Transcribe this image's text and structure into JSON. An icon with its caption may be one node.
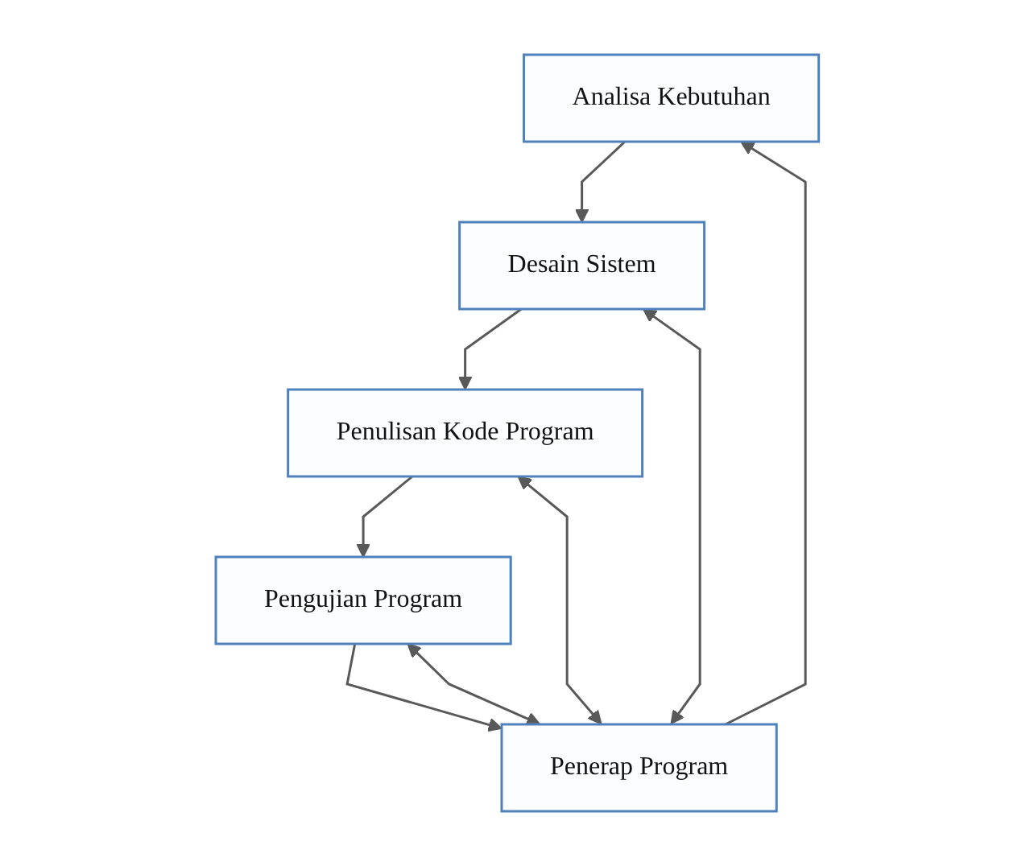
{
  "diagram": {
    "nodes": [
      {
        "text": [
          "Analisa Kebutuhan"
        ]
      },
      {
        "text": [
          "Desain Sistem"
        ]
      },
      {
        "text": [
          "Penulisan Kode Program"
        ]
      },
      {
        "text": [
          "Pengujian Program"
        ]
      },
      {
        "text": [
          "Penerap Program"
        ]
      }
    ],
    "edges": [
      {
        "from": 0,
        "to": 1,
        "arrow": "to"
      },
      {
        "from": 1,
        "to": 2,
        "arrow": "to"
      },
      {
        "from": 2,
        "to": 3,
        "arrow": "to"
      },
      {
        "from": 3,
        "to": 4,
        "arrow": "to"
      },
      {
        "from": 4,
        "to": 0,
        "arrow": "to"
      },
      {
        "from": 4,
        "to": 1,
        "arrow": "both"
      },
      {
        "from": 4,
        "to": 2,
        "arrow": "both"
      },
      {
        "from": 4,
        "to": 3,
        "arrow": "both"
      }
    ]
  }
}
